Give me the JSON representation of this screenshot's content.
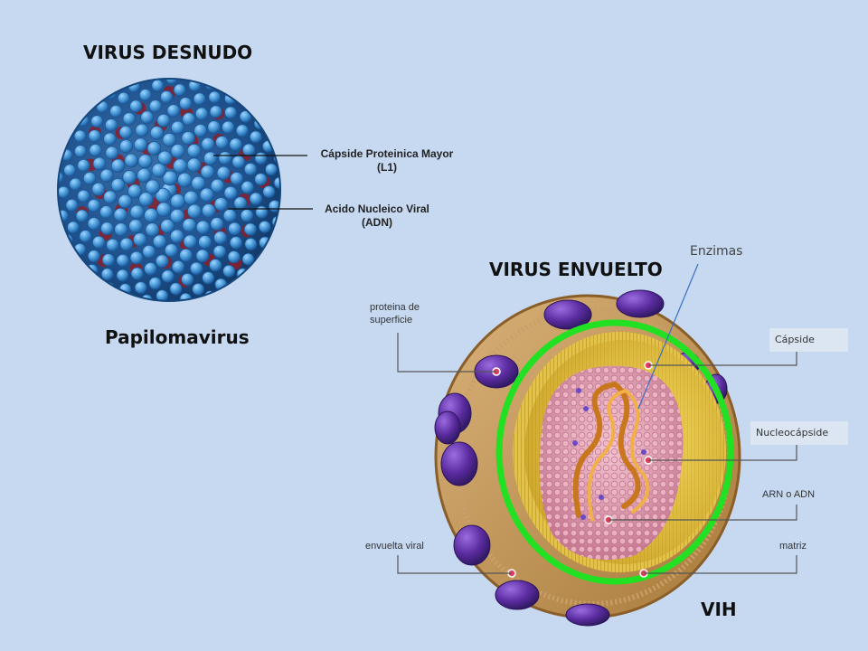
{
  "naked": {
    "title": "VIRUS DESNUDO",
    "caption": "Papilomavirus",
    "labels": {
      "capsid_line1": "Cápside Proteinica Mayor",
      "capsid_line2": "(L1)",
      "acid_line1": "Acido Nucleico Viral",
      "acid_line2": "(ADN)"
    }
  },
  "enveloped": {
    "title": "VIRUS ENVUELTO",
    "caption": "VIH",
    "labels": {
      "enzimas": "Enzimas",
      "proteina_line1": "proteina de",
      "proteina_line2": "superficie",
      "capside": "Cápside",
      "nucleocapside": "Nucleocápside",
      "arn": "ARN o ADN",
      "envuelta": "envuelta viral",
      "matriz": "matriz"
    }
  },
  "colors": {
    "background": "#c6d9f1",
    "capsomer_blue": "#4a9ad8",
    "nucleic_red": "#8b1e2a",
    "envelope_tan": "#c9a066",
    "glycoprotein_purple": "#5b2ca0",
    "matrix_green": "#22e022",
    "core_yellow": "#e0c23a",
    "capsid_pink": "#e8a8b8",
    "rna_orange": "#d98a2a"
  }
}
